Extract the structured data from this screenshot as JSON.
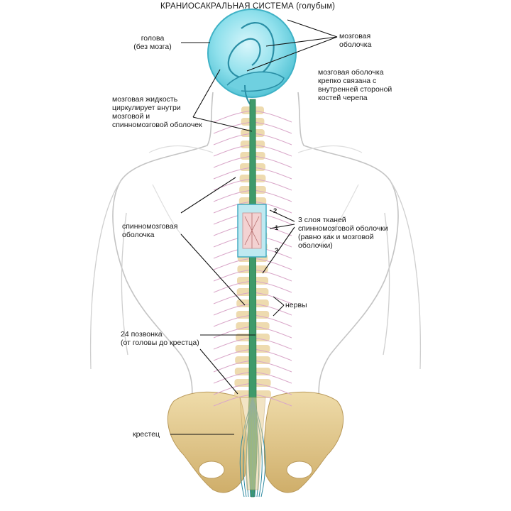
{
  "title": "КРАНИОСАКРАЛЬНАЯ СИСТЕМА (голубым)",
  "labels": {
    "head_line1": "голова",
    "head_line2": "(без мозга)",
    "meninges_line1": "мозговая",
    "meninges_line2": "оболочка",
    "dura_line1": "мозговая оболочка",
    "dura_line2": "крепко связана с",
    "dura_line3": "внутренней стороной",
    "dura_line4": "костей черепа",
    "csf_line1": "мозговая жидкость",
    "csf_line2": "циркулирует внутри",
    "csf_line3": "мозговой и",
    "csf_line4": "спинномозговой оболочек",
    "spinal_line1": "спинномозговая",
    "spinal_line2": "оболочка",
    "layers_line1": "3 слоя тканей",
    "layers_line2": "спинномозговой оболочки",
    "layers_line3": "(равно как и мозговой",
    "layers_line4": "оболочки)",
    "nerves": "нервы",
    "vertebrae_line1": "24 позвонка",
    "vertebrae_line2": "(от головы до крестца)",
    "sacrum": "крестец",
    "layer_num_1": "1",
    "layer_num_2": "2",
    "layer_num_3": "3"
  },
  "colors": {
    "meninges": "#7fd8e6",
    "spinal_cord": "#3f9a6a",
    "bone": "#e8cf94",
    "nerves": "#d9a7c9",
    "outline": "#b9b9b9"
  }
}
